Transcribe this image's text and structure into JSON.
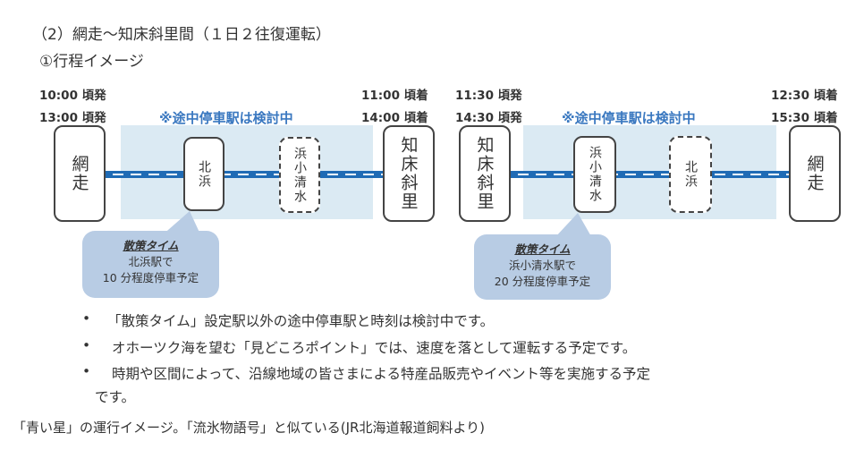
{
  "title": "（2）網走～知床斜里間（１日２往復運転）",
  "subtitle": "①行程イメージ",
  "outbound": {
    "dep1": "10:00 頃発",
    "dep2": "13:00 頃発",
    "arr1": "11:00 頃着",
    "arr2": "14:00 頃着",
    "note": "※途中停車駅は検討中",
    "stations": [
      "網走",
      "北浜",
      "浜小清水",
      "知床斜里"
    ],
    "bubble": {
      "title": "散策タイム",
      "line1": "北浜駅で",
      "line2": "10 分程度停車予定"
    }
  },
  "inbound": {
    "dep1": "11:30 頃発",
    "dep2": "14:30 頃発",
    "arr1": "12:30 頃着",
    "arr2": "15:30 頃着",
    "note": "※途中停車駅は検討中",
    "stations": [
      "知床斜里",
      "浜小清水",
      "北浜",
      "網走"
    ],
    "bubble": {
      "title": "散策タイム",
      "line1": "浜小清水駅で",
      "line2": "20 分程度停車予定"
    }
  },
  "bullets": [
    "「散策タイム」設定駅以外の途中停車駅と時刻は検討中です。",
    "オホーツク海を望む「見どころポイント」では、速度を落として運転する予定です。",
    "時期や区間によって、沿線地域の皆さまによる特産品販売やイベント等を実施する予定",
    "です。"
  ],
  "caption": "「青い星」の運行イメージ。「流氷物語号」と似ている(JR北海道報道飼料より)"
}
